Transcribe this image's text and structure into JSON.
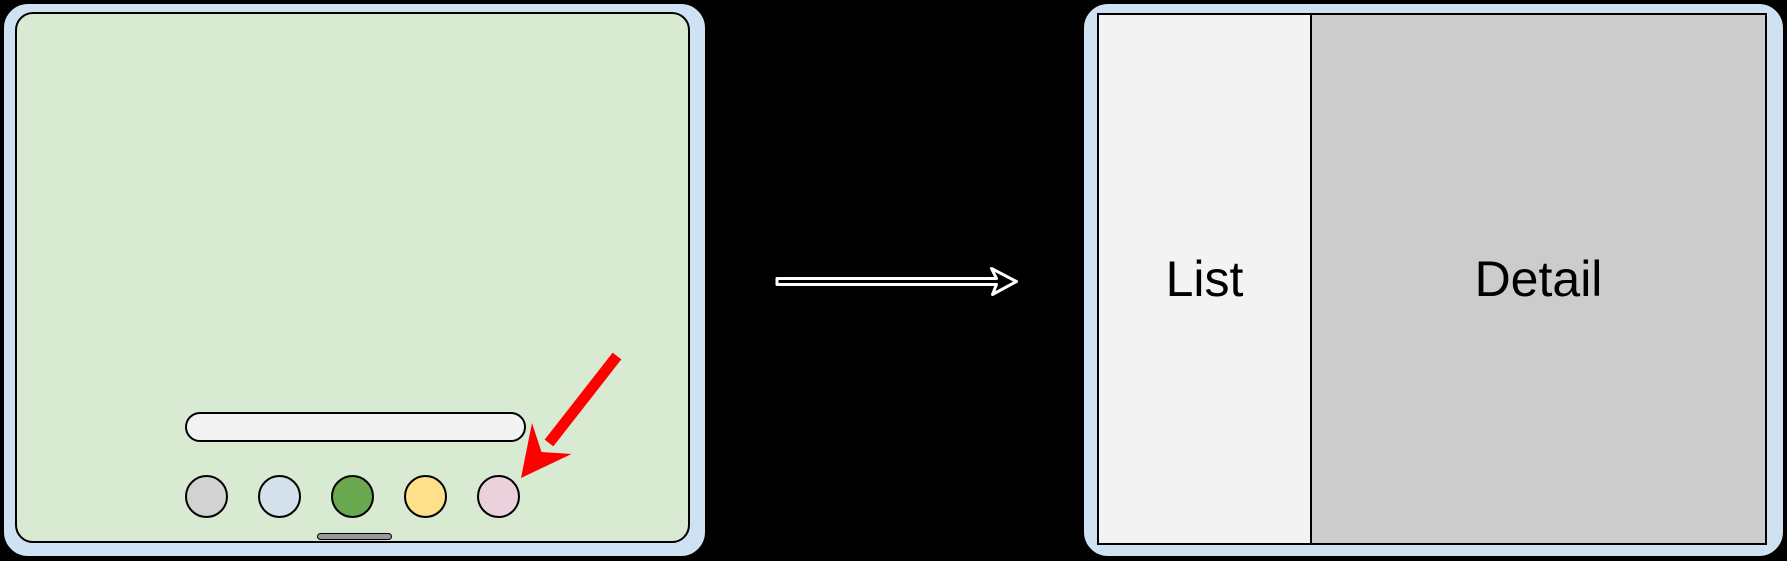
{
  "scene": {
    "background": "#000000"
  },
  "left_device": {
    "bezel_color": "#cfe2f3",
    "screen_color": "#d9ead3",
    "search_pill": {
      "value": "",
      "fill": "#f3f3f3"
    },
    "dock_icons": [
      {
        "id": "app-icon-gray",
        "color": "#d2d2d2"
      },
      {
        "id": "app-icon-blue",
        "color": "#d3e1ea"
      },
      {
        "id": "app-icon-green",
        "color": "#6aa84f"
      },
      {
        "id": "app-icon-yellow",
        "color": "#ffe08a"
      },
      {
        "id": "app-icon-pink",
        "color": "#ead1dc"
      }
    ],
    "home_indicator_color": "#999999",
    "tap_annotation": {
      "color": "#ff0000"
    }
  },
  "transition_arrow": {
    "fill": "#000000",
    "outline": "#ffffff"
  },
  "right_device": {
    "bezel_color": "#cfe2f3",
    "panels": [
      {
        "label": "List",
        "color": "#f3f3f3"
      },
      {
        "label": "Detail",
        "color": "#cccccc"
      }
    ]
  }
}
